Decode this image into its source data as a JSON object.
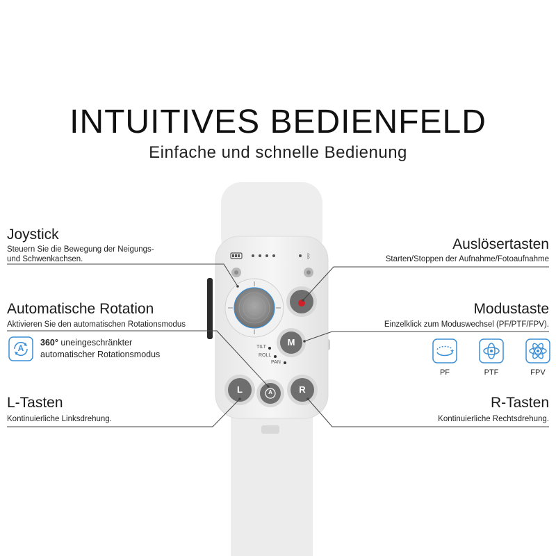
{
  "heading": {
    "title": "INTUITIVES BEDIENFELD",
    "subtitle": "Einfache und schnelle Bedienung"
  },
  "left_features": {
    "joystick": {
      "title": "Joystick",
      "desc_line1": "Steuern Sie die Bewegung der Neigungs-",
      "desc_line2": "und Schwenkachsen."
    },
    "rotation": {
      "title": "Automatische Rotation",
      "desc": "Aktivieren Sie den automatischen Rotationsmodus",
      "note_bold": "360°",
      "note_rest": " uneingeschränkter",
      "note_line2": "automatischer Rotationsmodus",
      "icon": "auto-rotation-icon",
      "icon_letter": "A"
    },
    "l_keys": {
      "title": "L-Tasten",
      "desc": "Kontinuierliche Linksdrehung."
    }
  },
  "right_features": {
    "shutter": {
      "title": "Auslösertasten",
      "desc": "Starten/Stoppen der Aufnahme/Fotoaufnahme"
    },
    "mode": {
      "title": "Modustaste",
      "desc": "Einzelklick zum Moduswechsel (PF/PTF/FPV).",
      "modes": [
        {
          "label": "PF",
          "icon": "pan-follow-icon"
        },
        {
          "label": "PTF",
          "icon": "pan-tilt-follow-icon"
        },
        {
          "label": "FPV",
          "icon": "fpv-icon"
        }
      ]
    },
    "r_keys": {
      "title": "R-Tasten",
      "desc": "Kontinuierliche Rechtsdrehung."
    }
  },
  "device": {
    "axis_labels": [
      "TILT",
      "ROLL",
      "PAN"
    ],
    "buttons": {
      "mode": "M",
      "left": "L",
      "right": "R",
      "auto": "A"
    }
  },
  "colors": {
    "accent_blue": "#3b8fd6",
    "shutter_red": "#d0202a",
    "button_gray": "#6e6e6e",
    "device_white": "#eeeeee"
  }
}
